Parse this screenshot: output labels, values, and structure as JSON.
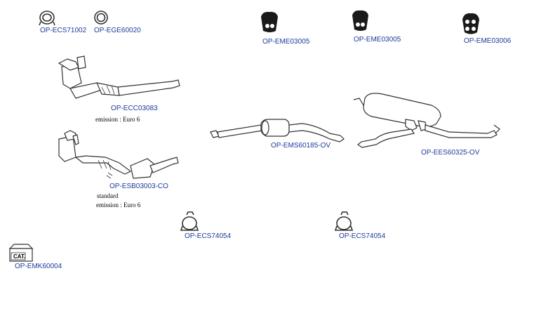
{
  "parts": [
    {
      "id": "clamp-1",
      "code": "OP-ECS71002"
    },
    {
      "id": "gasket-1",
      "code": "OP-EGE60020"
    },
    {
      "id": "hanger-1",
      "code": "OP-EME03005"
    },
    {
      "id": "hanger-2",
      "code": "OP-EME03005"
    },
    {
      "id": "hanger-3",
      "code": "OP-EME03006"
    },
    {
      "id": "catalyst-1",
      "code": "OP-ECC03083",
      "notes": [
        "emission : Euro 6"
      ]
    },
    {
      "id": "front-pipe",
      "code": "OP-ESB03003-CO",
      "notes": [
        "standard",
        "emission : Euro 6"
      ]
    },
    {
      "id": "middle-silencer",
      "code": "OP-EMS60185-OV"
    },
    {
      "id": "rear-silencer",
      "code": "OP-EES60325-OV"
    },
    {
      "id": "clamp-2",
      "code": "OP-ECS74054"
    },
    {
      "id": "clamp-3",
      "code": "OP-ECS74054"
    },
    {
      "id": "mounting-kit",
      "code": "OP-EMK60004",
      "icon_text": "CAT."
    }
  ],
  "colors": {
    "code_text": "#1f3a9a",
    "line": "#333333"
  }
}
